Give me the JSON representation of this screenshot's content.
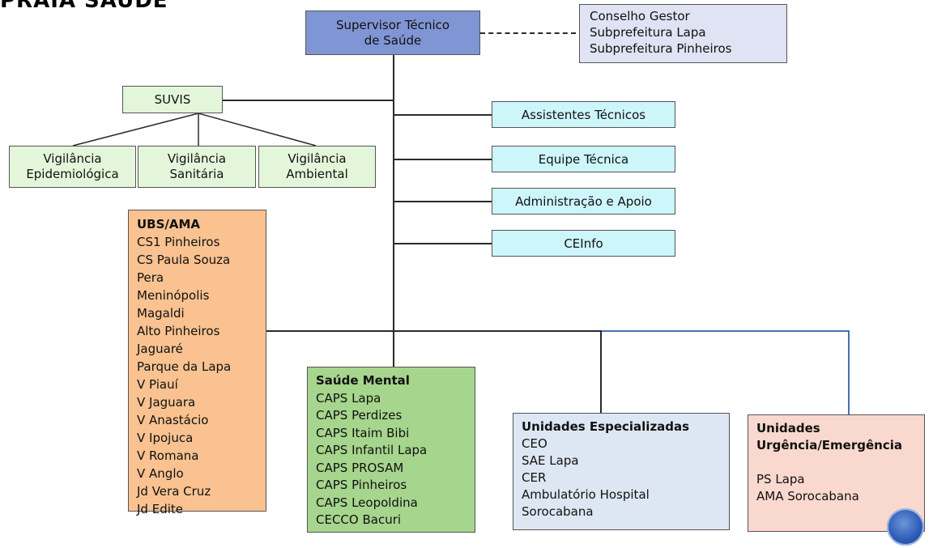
{
  "header": {
    "title": "PRAIA SAÚDE"
  },
  "supervisor": {
    "lines": [
      "Supervisor Técnico",
      "de Saúde"
    ]
  },
  "conselho": {
    "lines": [
      "Conselho Gestor",
      "Subprefeitura Lapa",
      "Subprefeitura  Pinheiros"
    ]
  },
  "suvis": {
    "label": "SUVIS",
    "children": [
      {
        "lines": [
          "Vigilância",
          "Epidemiológica"
        ]
      },
      {
        "lines": [
          "Vigilância",
          "Sanitária"
        ]
      },
      {
        "lines": [
          "Vigilância",
          "Ambiental"
        ]
      }
    ]
  },
  "staff": [
    {
      "label": "Assistentes Técnicos"
    },
    {
      "label": "Equipe Técnica"
    },
    {
      "label": "Administração e Apoio"
    },
    {
      "label": "CEInfo"
    }
  ],
  "ubs": {
    "title": "UBS/AMA",
    "items": [
      "CS1 Pinheiros",
      "CS Paula Souza",
      "Pera",
      "Meninópolis",
      "Magaldi",
      "Alto Pinheiros",
      "Jaguaré",
      "Parque da Lapa",
      "V Piauí",
      "V Jaguara",
      "V Anastácio",
      "V Ipojuca",
      "V Romana",
      "V Anglo",
      "Jd Vera Cruz",
      "Jd Edite"
    ]
  },
  "saude_mental": {
    "title": "Saúde Mental",
    "items": [
      "CAPS Lapa",
      "CAPS Perdizes",
      "CAPS Itaim Bibi",
      "CAPS Infantil Lapa",
      "CAPS PROSAM",
      "CAPS Pinheiros",
      "CAPS Leopoldina",
      "CECCO Bacuri"
    ]
  },
  "especializadas": {
    "title": "Unidades Especializadas",
    "items": [
      "CEO",
      "SAE Lapa",
      "CER",
      "Ambulatório Hospital",
      "Sorocabana"
    ]
  },
  "urgencia": {
    "title_lines": [
      "Unidades",
      "Urgência/Emergência"
    ],
    "items": [
      "PS Lapa",
      "AMA Sorocabana"
    ]
  },
  "colors": {
    "supervisor_fill": "#7f95d4",
    "conselho_fill": "#dfe3f3",
    "suvis_fill": "#e3f6da",
    "staff_fill": "#cdf6fb",
    "ubs_fill": "#f9c290",
    "saude_mental_fill": "#a6d58d",
    "especializadas_fill": "#dde7f3",
    "urgencia_fill": "#f9d8cf"
  }
}
